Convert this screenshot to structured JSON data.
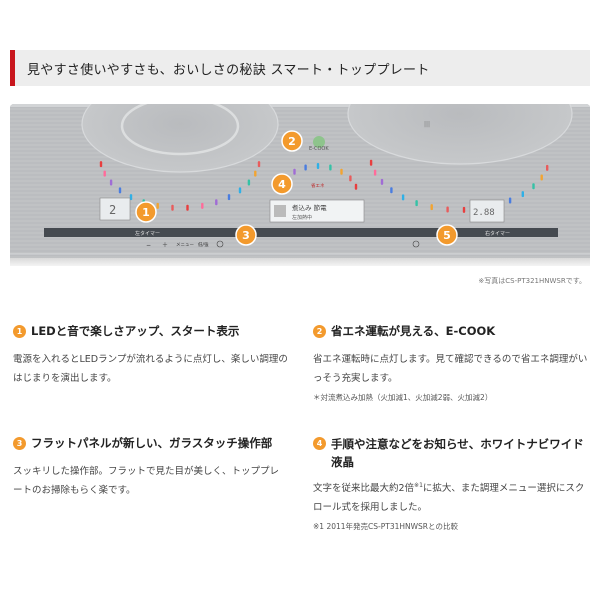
{
  "header": {
    "title": "見やすさ使いやすさも、おいしさの秘訣 スマート・トッププレート"
  },
  "photo": {
    "display_left": "2",
    "display_center_line1": "煮込み 節電",
    "display_center_line2": "左加熱中",
    "display_right": "2.88",
    "eco_label": "E-COOK",
    "eco_sub": "省エネ",
    "left_timer": "左タイマー",
    "right_timer": "右タイマー",
    "ctrl_minus": "−",
    "ctrl_plus": "＋",
    "ctrl_menu": "メニュー",
    "ctrl_kachi": "低/強",
    "ctrl_unit": "|||",
    "callouts": [
      "1",
      "2",
      "3",
      "4",
      "5"
    ]
  },
  "caption": "※写真はCS-PT321HNWSRです。",
  "features": [
    {
      "num": "1",
      "title": "LEDと音で楽しさアップ、スタート表示",
      "body": "電源を入れるとLEDランプが流れるように点灯し、楽しい調理のはじまりを演出します。"
    },
    {
      "num": "2",
      "title": "省エネ運転が見える、E-COOK",
      "body": "省エネ運転時に点灯します。見て確認できるので省エネ調理がいっそう充実します。",
      "note": "＊対流煮込み加熱（火加減1、火加減2弱、火加減2）"
    },
    {
      "num": "3",
      "title": "フラットパネルが新しい、ガラスタッチ操作部",
      "body": "スッキリした操作部。フラットで見た目が美しく、トッププレートのお掃除もらく楽です。"
    },
    {
      "num": "4",
      "title": "手順や注意などをお知らせ、ホワイトナビワイド液晶",
      "body_a": "文字を従来比最大約2倍",
      "body_sup": "※1",
      "body_b": "に拡大、また調理メニュー選択にスクロール式を採用しました。",
      "note": "※1 2011年発売CS-PT31HNWSRとの比較"
    }
  ]
}
